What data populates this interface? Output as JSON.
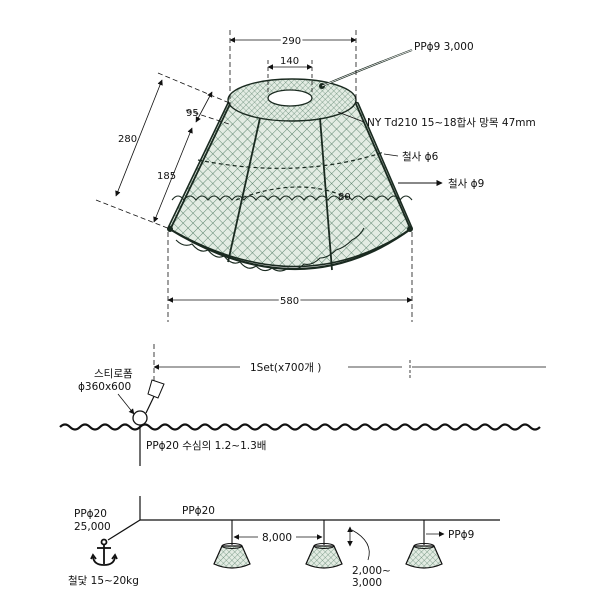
{
  "top_view": {
    "dim_top_width": "290",
    "dim_ring": "140",
    "dim_total_height": "280",
    "dim_upper": "95",
    "dim_lower": "185",
    "dim_bottom_width": "580",
    "dim_frame_bottom": "80",
    "label_rope": "PPϕ9 3,000",
    "label_net": "NY Td210 15~18합사 망목 47mm",
    "label_wire6": "철사 ϕ6",
    "label_wire9": "철사 ϕ9"
  },
  "deployment": {
    "set_label": "1Set(x700개 )",
    "buoy_label_1": "스티로폼",
    "buoy_label_2": "ϕ360x600",
    "buoy_line_label": "PPϕ20 수심의 1.2~1.3배",
    "anchor_line_1": "PPϕ20",
    "anchor_line_2": "25,000",
    "main_line": "PPϕ20",
    "spacing": "8,000",
    "branch_line": "PPϕ9",
    "branch_len_1": "2,000~",
    "branch_len_2": "3,000",
    "anchor_label": "철닻 15~20kg"
  },
  "colors": {
    "net_fill": "#dfe9df",
    "net_mesh": "#3d6b52",
    "line": "#111111"
  }
}
